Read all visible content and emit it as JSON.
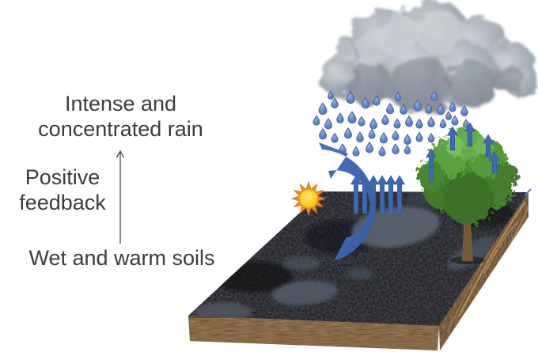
{
  "figure": {
    "kind": "positive-feedback-diagram",
    "labels": {
      "effect_line1": "Intense and",
      "effect_line2": "concentrated rain",
      "loop_line1": "Positive",
      "loop_line2": "feedback",
      "cause": "Wet and warm soils"
    },
    "colors": {
      "text": "#3c3c3c",
      "arrow_blue": "#3d64ad",
      "arrow_blue_light": "#4a74c0",
      "arrow_blue_dark": "#35599c",
      "raindrop_fill": "#6384c6",
      "raindrop_stroke": "#4667a8",
      "evap_arrow": "#3e68b0",
      "evap_arrow_edge": "#32549b",
      "sun_disk": "#ffd22a",
      "sun_rays": "#f0891d",
      "cloud_light": "#c9cdd2",
      "cloud_mid": "#9aa1aa",
      "cloud_dark": "#7b828c",
      "soil_top": "#17171c",
      "puddle_gray": "#5d6876",
      "soil_front": "#6a4a2b",
      "soil_side": "#5e4126",
      "root_light": "#c79a58",
      "tree_green": "#4c8c33",
      "trunk_brown": "#7a5a35",
      "thin_arrow": "#4a4a4a",
      "background": "#ffffff"
    },
    "raindrops": [
      [
        408,
        137,
        1.0
      ],
      [
        423,
        130,
        0.85
      ],
      [
        443,
        123,
        1.0
      ],
      [
        462,
        130,
        0.9
      ],
      [
        476,
        127,
        0.8
      ],
      [
        493,
        137,
        0.9
      ],
      [
        510,
        138,
        0.85
      ],
      [
        528,
        133,
        0.95
      ],
      [
        542,
        137,
        0.8
      ],
      [
        557,
        138,
        0.9
      ],
      [
        572,
        135,
        0.8
      ],
      [
        587,
        140,
        0.85
      ],
      [
        400,
        152,
        0.8
      ],
      [
        415,
        156,
        0.9
      ],
      [
        430,
        149,
        0.85
      ],
      [
        445,
        148,
        1.0
      ],
      [
        457,
        153,
        0.8
      ],
      [
        472,
        156,
        0.9
      ],
      [
        487,
        151,
        0.85
      ],
      [
        502,
        156,
        0.8
      ],
      [
        517,
        153,
        0.9
      ],
      [
        530,
        156,
        0.8
      ],
      [
        545,
        154,
        0.85
      ],
      [
        560,
        156,
        0.75
      ],
      [
        575,
        152,
        0.8
      ],
      [
        408,
        169,
        0.9
      ],
      [
        423,
        174,
        0.8
      ],
      [
        440,
        168,
        0.9
      ],
      [
        455,
        173,
        0.85
      ],
      [
        470,
        169,
        0.8
      ],
      [
        485,
        174,
        0.9
      ],
      [
        500,
        171,
        0.8
      ],
      [
        515,
        176,
        0.85
      ],
      [
        530,
        173,
        0.8
      ],
      [
        545,
        174,
        0.75
      ],
      [
        433,
        188,
        0.85
      ],
      [
        450,
        191,
        0.8
      ],
      [
        467,
        186,
        0.9
      ],
      [
        483,
        191,
        0.8
      ],
      [
        500,
        188,
        0.85
      ],
      [
        515,
        189,
        0.75
      ],
      [
        418,
        120,
        0.7
      ],
      [
        503,
        122,
        0.75
      ],
      [
        549,
        121,
        0.8
      ],
      [
        567,
        146,
        0.7
      ],
      [
        589,
        156,
        0.7
      ]
    ],
    "evaporation_arrows": [
      [
        450,
        222,
        48
      ],
      [
        461,
        222,
        48
      ],
      [
        472,
        222,
        48
      ],
      [
        483,
        222,
        48
      ],
      [
        494,
        222,
        48
      ],
      [
        505,
        222,
        48
      ]
    ],
    "transpiration_arrows": [
      [
        545,
        188,
        42
      ],
      [
        572,
        160,
        30
      ],
      [
        594,
        155,
        30
      ],
      [
        617,
        170,
        29
      ],
      [
        625,
        192,
        26
      ]
    ]
  }
}
